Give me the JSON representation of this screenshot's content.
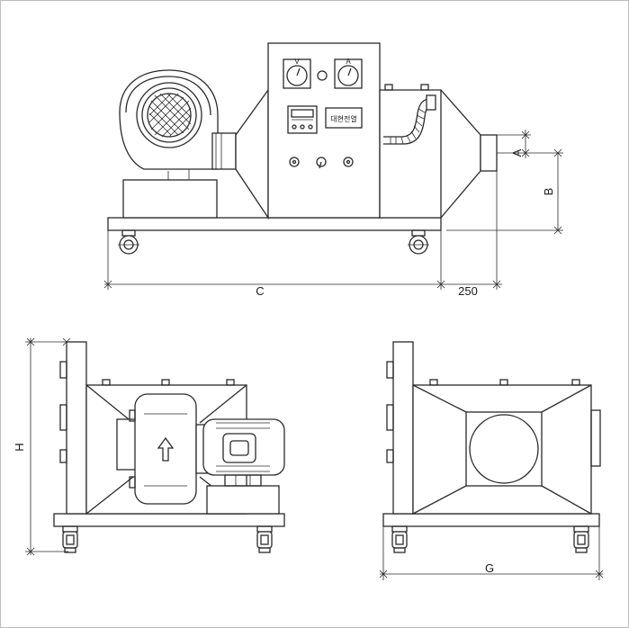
{
  "dimensions": {
    "a": "A",
    "b": "B",
    "c": "C",
    "h": "H",
    "g": "G",
    "outlet_offset": "250"
  },
  "control_panel": {
    "voltmeter_label": "V",
    "ammeter_label": "A",
    "nameplate": "대현전열"
  },
  "views": [
    "front-view",
    "left-side-view",
    "right-side-view"
  ],
  "colors": {
    "line": "#2a2a2a",
    "frame": "#bdbdbd",
    "background": "#ffffff"
  }
}
